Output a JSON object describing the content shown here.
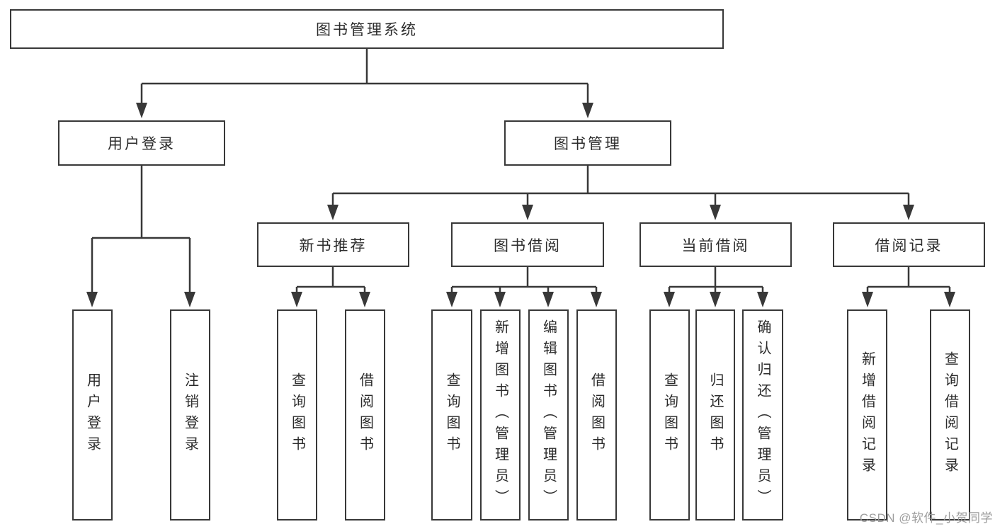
{
  "diagram": {
    "root": {
      "label": "图书管理系统"
    },
    "level2": [
      {
        "label": "用户登录",
        "children": [
          {
            "label": "用户登录"
          },
          {
            "label": "注销登录"
          }
        ]
      },
      {
        "label": "图书管理",
        "children": [
          {
            "label": "新书推荐",
            "children": [
              {
                "label": "查询图书"
              },
              {
                "label": "借阅图书"
              }
            ]
          },
          {
            "label": "图书借阅",
            "children": [
              {
                "label": "查询图书"
              },
              {
                "label": "新增图书（管理员）"
              },
              {
                "label": "编辑图书（管理员）"
              },
              {
                "label": "借阅图书"
              }
            ]
          },
          {
            "label": "当前借阅",
            "children": [
              {
                "label": "查询图书"
              },
              {
                "label": "归还图书"
              },
              {
                "label": "确认归还（管理员）"
              }
            ]
          },
          {
            "label": "借阅记录",
            "children": [
              {
                "label": "新增借阅记录"
              },
              {
                "label": "查询借阅记录"
              }
            ]
          }
        ]
      }
    ]
  },
  "watermark": {
    "text": "CSDN @软件_小贺同学"
  },
  "colors": {
    "line": "#383838",
    "text": "#2b2b2b",
    "box_background": "#ffffff",
    "watermark": "#989898"
  }
}
